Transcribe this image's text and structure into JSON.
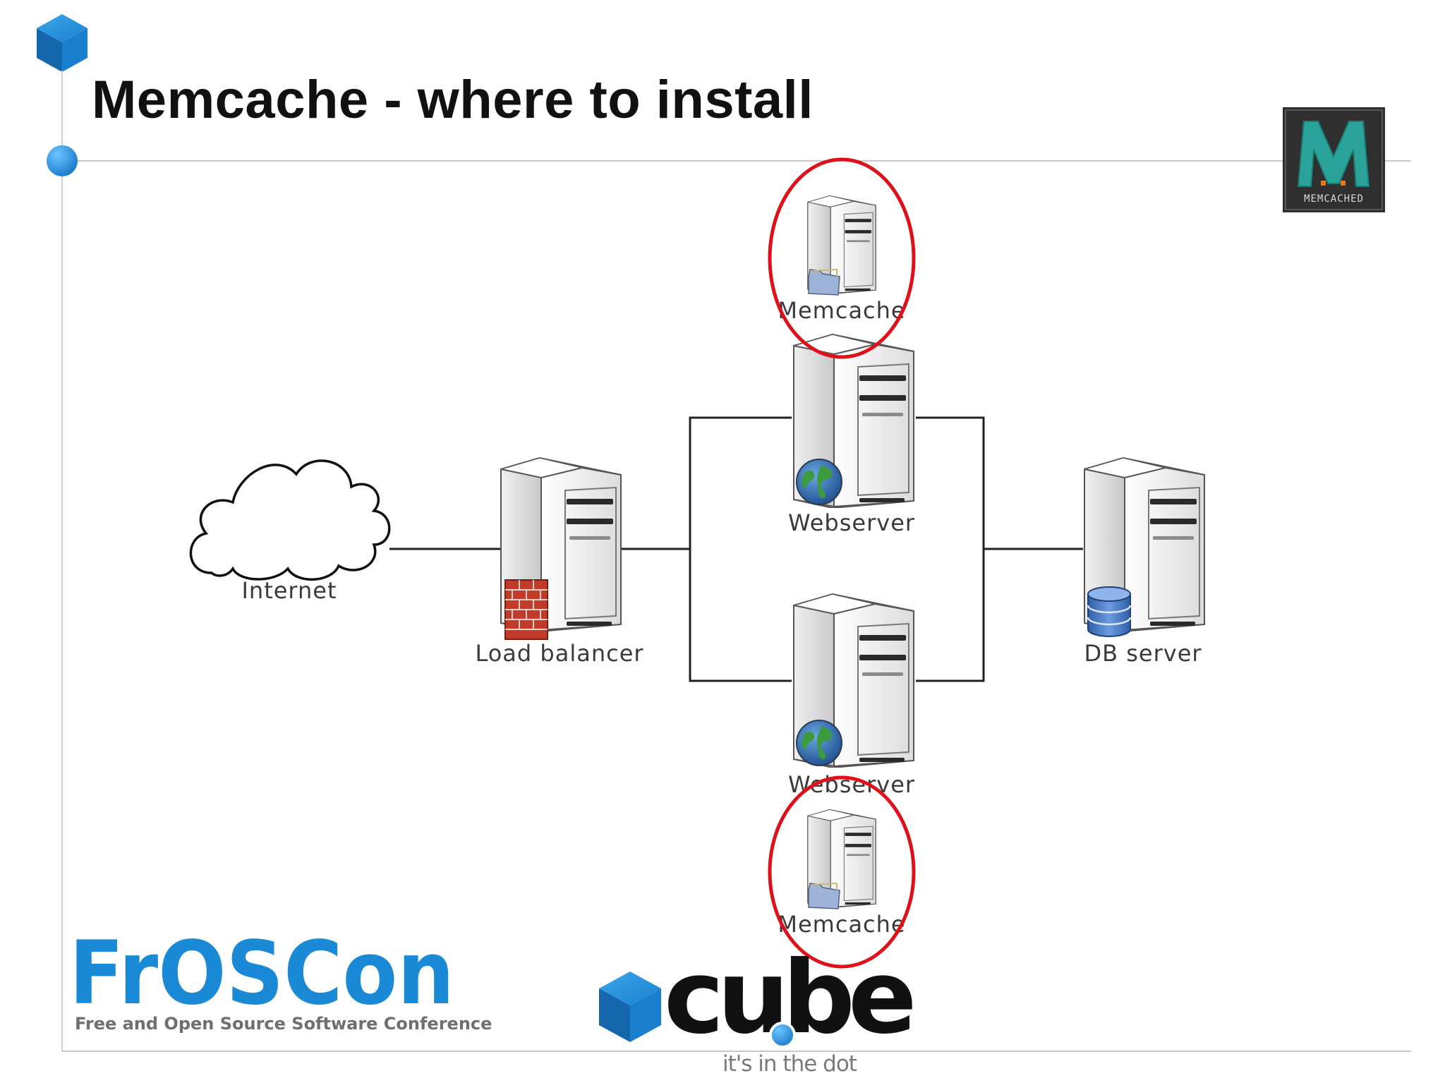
{
  "slide": {
    "title": "Memcache - where to install"
  },
  "diagram": {
    "nodes": {
      "internet": "Internet",
      "load_balancer": "Load balancer",
      "webserver_top": "Webserver",
      "webserver_bottom": "Webserver",
      "db_server": "DB server",
      "memcache_top": "Memcache",
      "memcache_bottom": "Memcache"
    },
    "highlight_color": "#e0101a"
  },
  "logos": {
    "memcached": "MEMCACHED",
    "froscon": "FrOSCon",
    "froscon_tagline": "Free and Open Source Software Conference",
    "cube": "cube",
    "cube_tagline": "it's in the dot"
  },
  "colors": {
    "accent_blue": "#1a86d6",
    "froscon_blue": "#1b8ad6",
    "cube_dark": "#111111"
  }
}
